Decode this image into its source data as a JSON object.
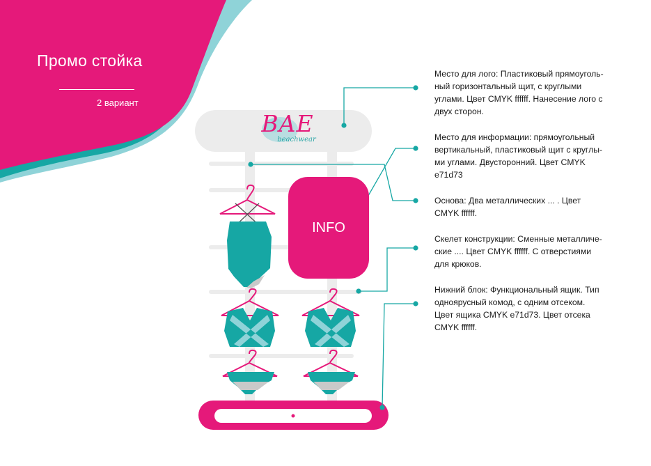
{
  "header": {
    "title": "Промо стойка",
    "subtitle": "2 вариант"
  },
  "brand": {
    "name": "BAE",
    "tagline": "beachwear"
  },
  "info_panel": {
    "label": "INFO"
  },
  "notes": [
    {
      "lines": [
        "Место для лого: Пластиковый прямоуголь-",
        "ный горизонтальный щит,  с круглыми",
        "углами. Цвет CMYK ffffff. Нанесение лого с",
        "двух сторон."
      ]
    },
    {
      "lines": [
        "Место для информации: прямоугольный",
        "вертикальный, пластиковый щит с круглы-",
        "ми углами. Двусторонний. Цвет CMYK",
        "e71d73"
      ]
    },
    {
      "lines": [
        "Основа:  Два металлических ... . Цвет",
        "CMYK ffffff."
      ]
    },
    {
      "lines": [
        "Скелет конструкции: Сменные металличе-",
        "ские .... Цвет CMYK ffffff. С отверстиями",
        "для крюков."
      ]
    },
    {
      "lines": [
        "Нижний блок: Функциональный ящик. Тип",
        "одноярусный комод, с одним отсеком.",
        "Цвет ящика CMYK e71d73. Цвет отсека",
        "CMYK ffffff."
      ]
    }
  ],
  "colors": {
    "magenta": "#e5197a",
    "teal": "#2aa6a6",
    "light_teal": "#8fd3d8",
    "light_gray": "#ededed"
  }
}
